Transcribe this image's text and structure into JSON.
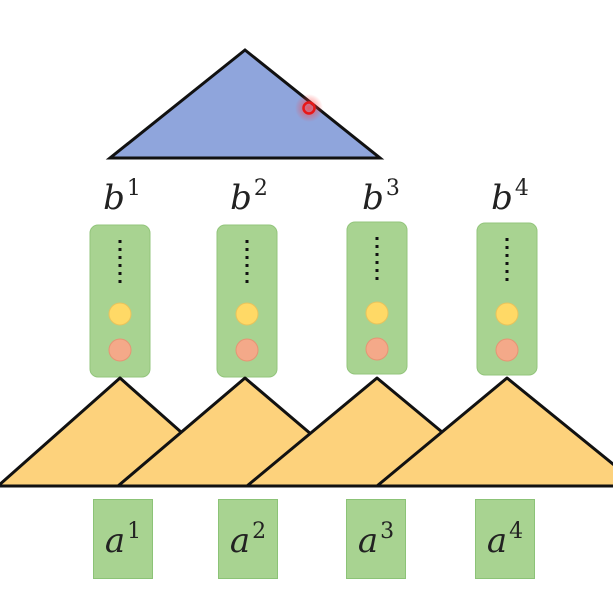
{
  "diagram": {
    "outputs": [
      {
        "base": "b",
        "index": "1"
      },
      {
        "base": "b",
        "index": "2"
      },
      {
        "base": "b",
        "index": "3"
      },
      {
        "base": "b",
        "index": "4"
      }
    ],
    "inputs": [
      {
        "base": "a",
        "index": "1"
      },
      {
        "base": "a",
        "index": "2"
      },
      {
        "base": "a",
        "index": "3"
      },
      {
        "base": "a",
        "index": "4"
      }
    ],
    "colors": {
      "top_triangle": "#8fa5dc",
      "hidden_column": "#a8d391",
      "dot_yellow": "#ffd966",
      "dot_salmon": "#f4a989",
      "bottom_triangle": "#fdd27c",
      "input_box": "#a8d391",
      "cursor": "#ff2a2a"
    },
    "cursor_visible": true
  }
}
